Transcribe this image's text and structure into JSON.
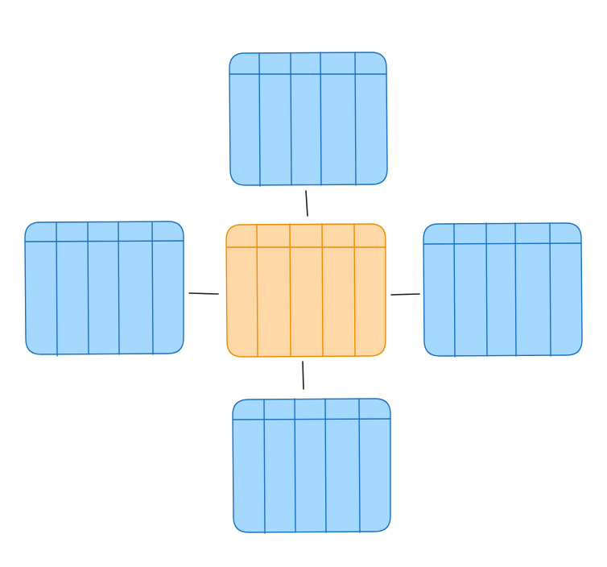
{
  "diagram": {
    "center_table": {
      "columns": 5,
      "fill": "#ffd8a8",
      "stroke": "#f08c00"
    },
    "outer_tables": [
      {
        "position": "top",
        "columns": 5
      },
      {
        "position": "left",
        "columns": 5
      },
      {
        "position": "right",
        "columns": 5
      },
      {
        "position": "bottom",
        "columns": 5
      }
    ],
    "outer_fill": "#a5d8ff",
    "outer_stroke": "#1971c2",
    "connector_stroke": "#1e1e1e"
  }
}
